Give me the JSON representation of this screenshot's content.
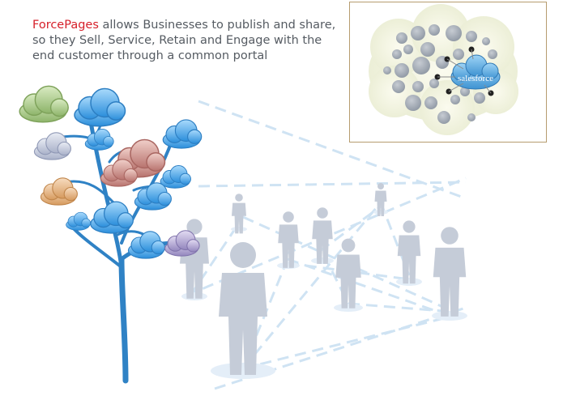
{
  "headline": {
    "brand": "ForcePages",
    "text": " allows Businesses to publish and share, so they Sell, Service, Retain and Engage with the end customer through a common portal"
  },
  "salesforce_logo": {
    "text": "salesforce"
  },
  "colors": {
    "brand_red": "#d6202a",
    "text_gray": "#555b62",
    "people_gray": "#c5ccd8",
    "network_line": "#c9dff0",
    "tree_blue": "#2f82c5",
    "cloud_blue": "#4aa8e8",
    "cloud_green": "#9fc07a",
    "cloud_orange": "#e6b07a",
    "cloud_rose": "#c98a86",
    "cloud_purple": "#a89ac8",
    "frame_border": "#b69c6f"
  }
}
